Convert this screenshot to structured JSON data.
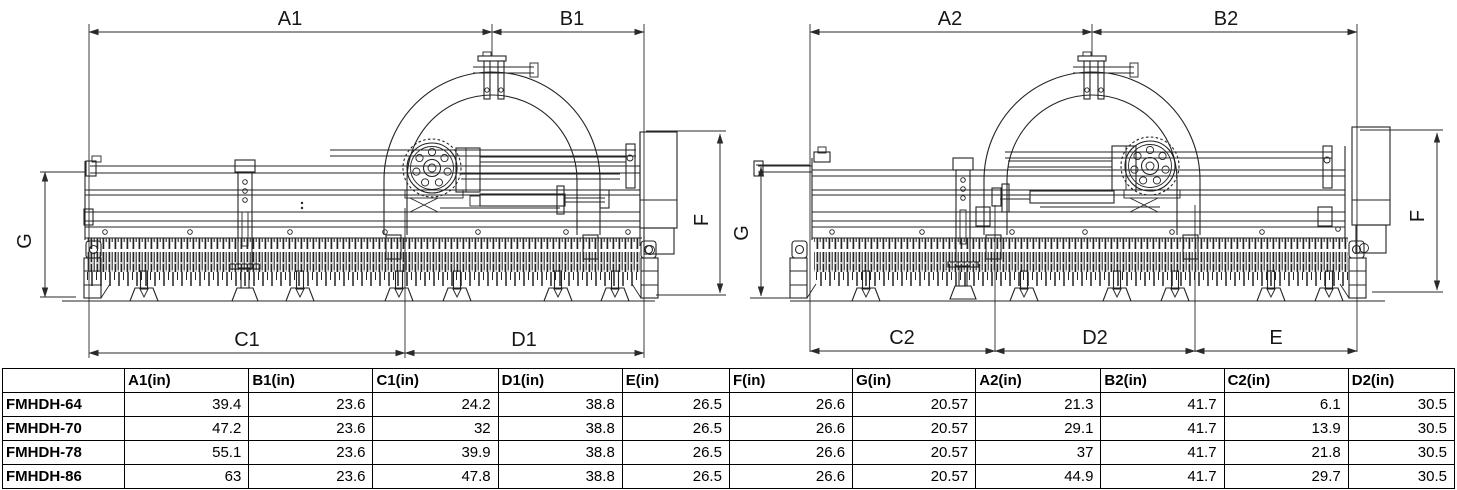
{
  "diagram": {
    "left_view": {
      "a1": "A1",
      "b1": "B1",
      "c1": "C1",
      "d1": "D1",
      "g": "G",
      "f": "F"
    },
    "right_view": {
      "a2": "A2",
      "b2": "B2",
      "c2": "C2",
      "d2": "D2",
      "e": "E",
      "g": "G",
      "f": "F"
    }
  },
  "table": {
    "headers": [
      "",
      "A1(in)",
      "B1(in)",
      "C1(in)",
      "D1(in)",
      "E(in)",
      "F(in)",
      "G(in)",
      "A2(in)",
      "B2(in)",
      "C2(in)",
      "D2(in)"
    ],
    "rows": [
      {
        "model": "FMHDH-64",
        "values": [
          "39.4",
          "23.6",
          "24.2",
          "38.8",
          "26.5",
          "26.6",
          "20.57",
          "21.3",
          "41.7",
          "6.1",
          "30.5"
        ]
      },
      {
        "model": "FMHDH-70",
        "values": [
          "47.2",
          "23.6",
          "32",
          "38.8",
          "26.5",
          "26.6",
          "20.57",
          "29.1",
          "41.7",
          "13.9",
          "30.5"
        ]
      },
      {
        "model": "FMHDH-78",
        "values": [
          "55.1",
          "23.6",
          "39.9",
          "38.8",
          "26.5",
          "26.6",
          "20.57",
          "37",
          "41.7",
          "21.8",
          "30.5"
        ]
      },
      {
        "model": "FMHDH-86",
        "values": [
          "63",
          "23.6",
          "47.8",
          "38.8",
          "26.5",
          "26.6",
          "20.57",
          "44.9",
          "41.7",
          "29.7",
          "30.5"
        ]
      }
    ]
  },
  "colors": {
    "line": "#232323",
    "border": "#000000",
    "background": "#ffffff"
  }
}
